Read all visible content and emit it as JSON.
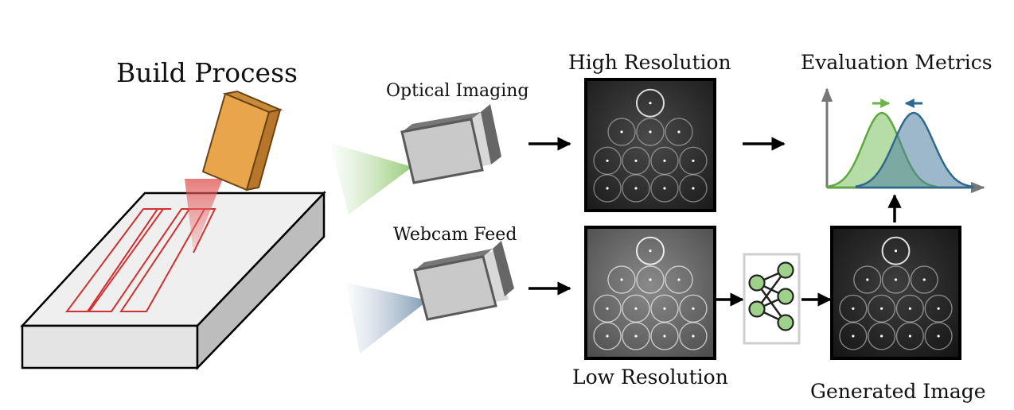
{
  "labels": {
    "build_process": "Build Process",
    "optical_imaging": "Optical Imaging",
    "webcam_feed": "Webcam Feed",
    "high_resolution": "High Resolution",
    "low_resolution": "Low Resolution",
    "evaluation_metrics": "Evaluation Metrics",
    "generated_image": "Generated Image"
  },
  "colors": {
    "laser_body": "#E8A54B",
    "laser_dark": "#B8762A",
    "scan_path": "#D03030",
    "optical_cone": "#A8D08D",
    "webcam_cone": "#8AA3BD",
    "green_dist": "#6FB24A",
    "blue_dist": "#2F6A8E",
    "nn_node": "#9ED28A"
  },
  "icons": {
    "laser": "laser-head-icon",
    "optical_camera": "camera-icon",
    "webcam": "webcam-icon",
    "neural_net": "neural-network-icon"
  }
}
